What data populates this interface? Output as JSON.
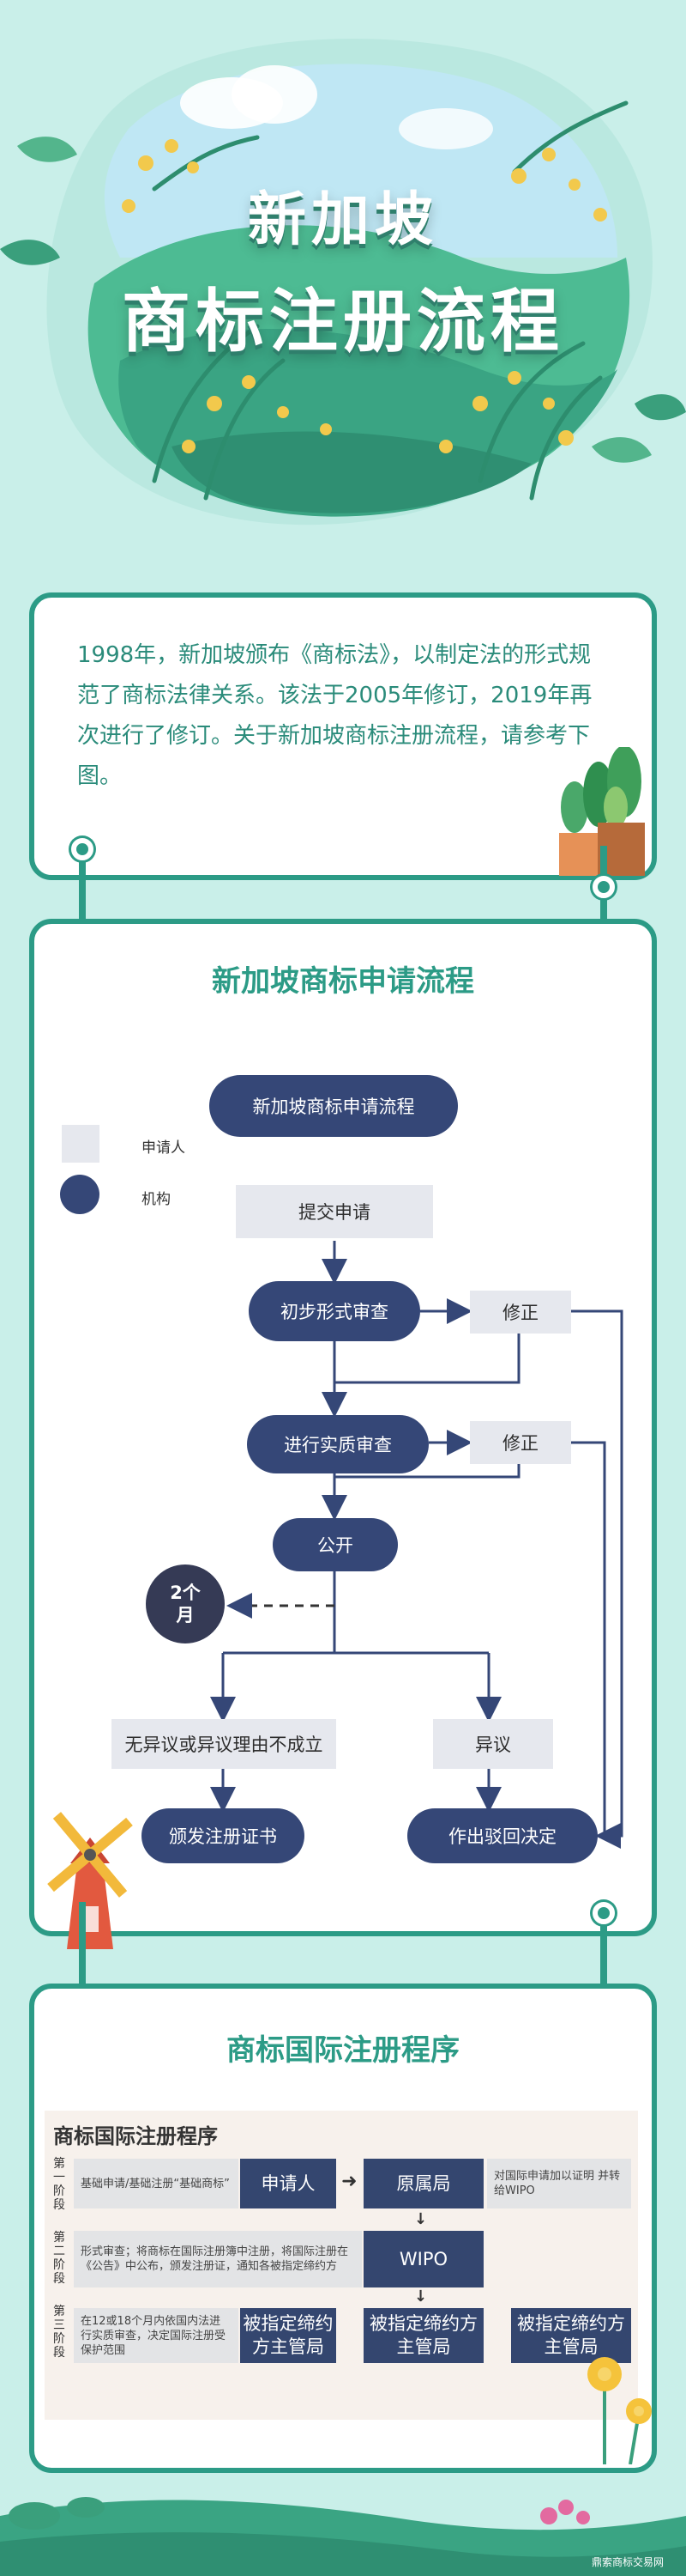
{
  "hero": {
    "title_line1": "新加坡",
    "title_line2": "商标注册流程"
  },
  "intro": {
    "text": "1998年，新加坡颁布《商标法》，以制定法的形式规范了商标法律关系。该法于2005年修订，2019年再次进行了修订。关于新加坡商标注册流程，请参考下图。"
  },
  "flow": {
    "section_title": "新加坡商标申请流程",
    "header": "新加坡商标申请流程",
    "legend_applicant": "申请人",
    "legend_agency": "机构",
    "submit": "提交申请",
    "formal_exam": "初步形式审查",
    "revise1": "修正",
    "substantive_exam": "进行实质审查",
    "revise2": "修正",
    "publish": "公开",
    "two_months": "2个\n月",
    "no_objection": "无异议或异议理由不成立",
    "objection": "异议",
    "issue_cert": "颁发注册证书",
    "reject": "作出驳回决定"
  },
  "intl": {
    "section_title": "商标国际注册程序",
    "panel_title": "商标国际注册程序",
    "stage1_label": "第一阶段",
    "stage2_label": "第二阶段",
    "stage3_label": "第三阶段",
    "stage1_desc": "基础申请/基础注册“基础商标”",
    "applicant": "申请人",
    "origin_office": "原属局",
    "stage1_note": "对国际申请加以证明 并转给WIPO",
    "stage2_desc": "形式审查；将商标在国际注册簿中注册，将国际注册在《公告》中公布，颁发注册证，通知各被指定缔约方",
    "wipo": "WIPO",
    "stage3_desc": "在12或18个月内依国内法进行实质审查，决定国际注册受保护范围",
    "designated1": "被指定缔约方主管局",
    "designated2": "被指定缔约方主管局",
    "designated3": "被指定缔约方主管局"
  },
  "watermark": "鼎索商标交易网"
}
